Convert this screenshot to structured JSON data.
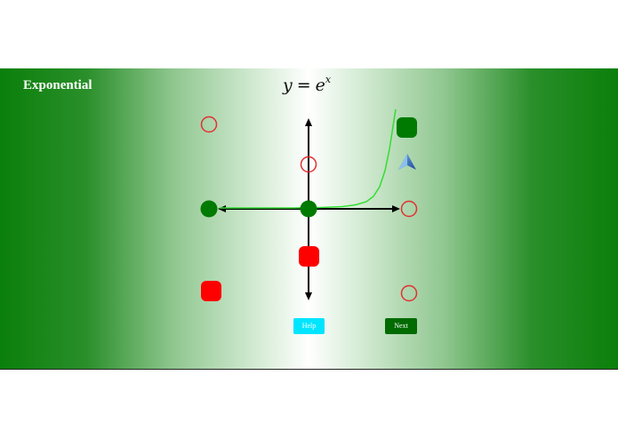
{
  "app": {
    "title": "Exponential"
  },
  "formula": {
    "lhs": "y",
    "equals": "=",
    "base": "e",
    "exponent": "x"
  },
  "buttons": {
    "help_label": "Help",
    "next_label": "Next"
  },
  "colors": {
    "panel_edge": "#0a7f0a",
    "panel_center": "#ffffff",
    "selected_token": "#007a00",
    "wrong_token": "#ff0000",
    "empty_slot_outline": "#e23030",
    "curve": "#33dd33",
    "help_button": "#00e5ff",
    "next_button": "#006b00"
  },
  "board": {
    "tokens": [
      {
        "name": "empty-slot-top-left",
        "kind": "empty-circle"
      },
      {
        "name": "empty-slot-top-center",
        "kind": "empty-circle"
      },
      {
        "name": "token-top-right",
        "kind": "green-square"
      },
      {
        "name": "token-left-end",
        "kind": "green-circle"
      },
      {
        "name": "token-origin",
        "kind": "green-circle"
      },
      {
        "name": "empty-slot-right-end",
        "kind": "empty-circle"
      },
      {
        "name": "token-below-origin",
        "kind": "red-square"
      },
      {
        "name": "token-bottom-left",
        "kind": "red-square"
      },
      {
        "name": "empty-slot-bottom-right",
        "kind": "empty-circle"
      }
    ],
    "cursor_icon": "navigation-arrow-icon"
  }
}
